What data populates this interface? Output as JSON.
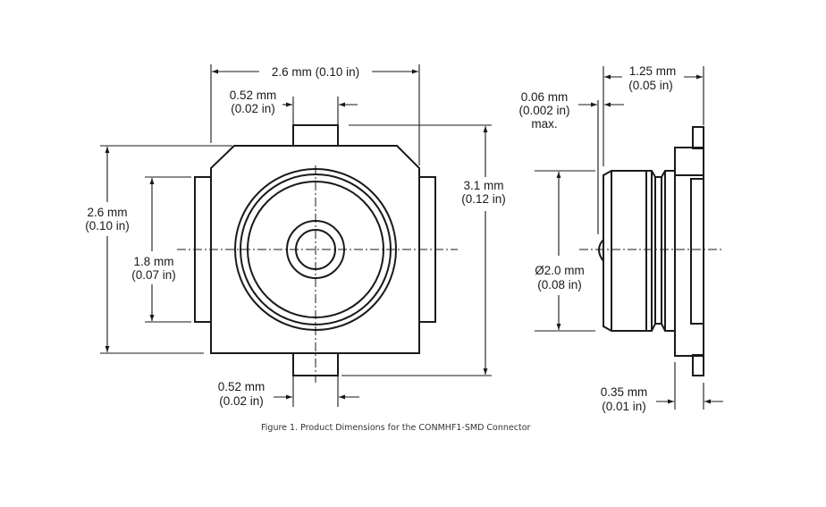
{
  "figure": {
    "caption": "Figure 1. Product Dimensions for the CONMHF1-SMD Connector",
    "front_view": {
      "overall_width": {
        "mm": "2.6 mm",
        "in": "(0.10 in)"
      },
      "top_tab_width": {
        "mm": "0.52 mm",
        "in": "(0.02 in)"
      },
      "overall_height": {
        "mm": "3.1 mm",
        "in": "(0.12 in)"
      },
      "body_height": {
        "mm": "2.6 mm",
        "in": "(0.10 in)"
      },
      "side_tab_height": {
        "mm": "1.8 mm",
        "in": "(0.07 in)"
      },
      "bottom_tab_width": {
        "mm": "0.52 mm",
        "in": "(0.02 in)"
      }
    },
    "side_view": {
      "overall_depth": {
        "mm": "1.25 mm",
        "in": "(0.05 in)"
      },
      "protrusion": {
        "mm": "0.06 mm",
        "in": "(0.002 in)",
        "note": "max."
      },
      "diameter": {
        "mm": "Ø2.0 mm",
        "in": "(0.08 in)"
      },
      "base_thickness": {
        "mm": "0.35 mm",
        "in": "(0.01 in)"
      }
    }
  }
}
